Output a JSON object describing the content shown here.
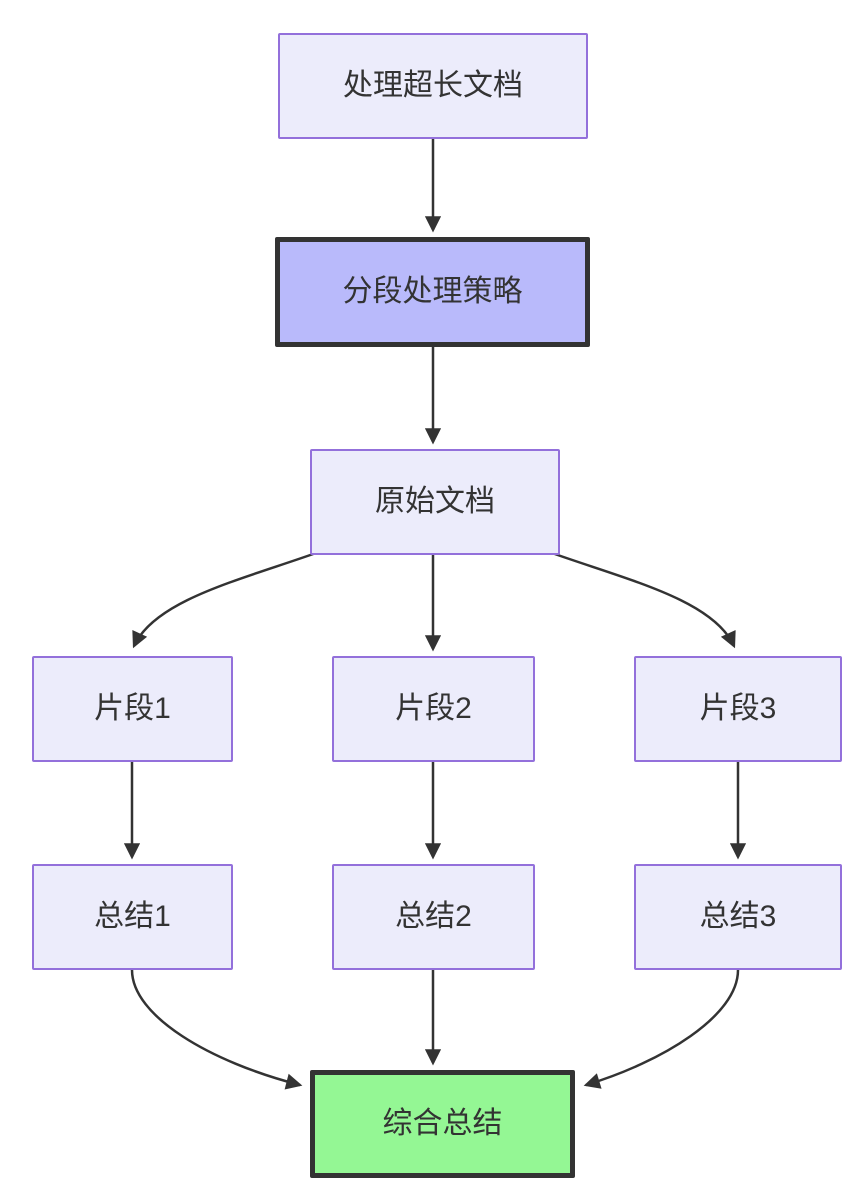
{
  "diagram": {
    "type": "flowchart",
    "direction": "top-down",
    "nodes": [
      {
        "id": "A",
        "label": "处理超长文档",
        "kind": "default"
      },
      {
        "id": "B",
        "label": "分段处理策略",
        "kind": "strategy"
      },
      {
        "id": "C",
        "label": "原始文档",
        "kind": "default"
      },
      {
        "id": "D1",
        "label": "片段1",
        "kind": "default"
      },
      {
        "id": "D2",
        "label": "片段2",
        "kind": "default"
      },
      {
        "id": "D3",
        "label": "片段3",
        "kind": "default"
      },
      {
        "id": "E1",
        "label": "总结1",
        "kind": "default"
      },
      {
        "id": "E2",
        "label": "总结2",
        "kind": "default"
      },
      {
        "id": "E3",
        "label": "总结3",
        "kind": "default"
      },
      {
        "id": "F",
        "label": "综合总结",
        "kind": "result"
      }
    ],
    "edges": [
      {
        "from": "处理超长文档",
        "to": "分段处理策略"
      },
      {
        "from": "分段处理策略",
        "to": "原始文档"
      },
      {
        "from": "原始文档",
        "to": "片段1"
      },
      {
        "from": "原始文档",
        "to": "片段2"
      },
      {
        "from": "原始文档",
        "to": "片段3"
      },
      {
        "from": "片段1",
        "to": "总结1"
      },
      {
        "from": "片段2",
        "to": "总结2"
      },
      {
        "from": "片段3",
        "to": "总结3"
      },
      {
        "from": "总结1",
        "to": "综合总结"
      },
      {
        "from": "总结2",
        "to": "综合总结"
      },
      {
        "from": "总结3",
        "to": "综合总结"
      }
    ],
    "colors": {
      "background": "#FFFFFF",
      "node_fill": "#ECECFB",
      "node_border": "#9370DB",
      "strategy_fill": "#B9BAFB",
      "strategy_border": "#333333",
      "result_fill": "#94F794",
      "result_border": "#333333",
      "edge": "#333333",
      "text": "#333333"
    }
  }
}
